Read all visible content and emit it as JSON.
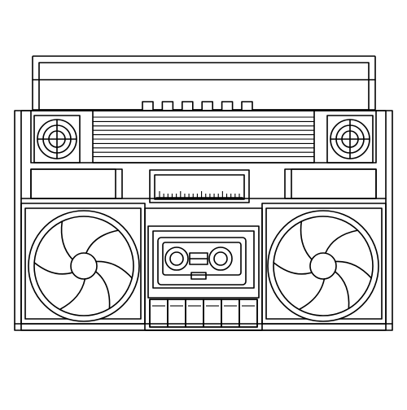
{
  "illustration": {
    "subject": "boombox-line-art",
    "colors": {
      "stroke": "#000000",
      "background": "#ffffff"
    },
    "preset_button_count": 6,
    "tape_key_count": 6,
    "tuning_scale_tick_count": 20
  }
}
